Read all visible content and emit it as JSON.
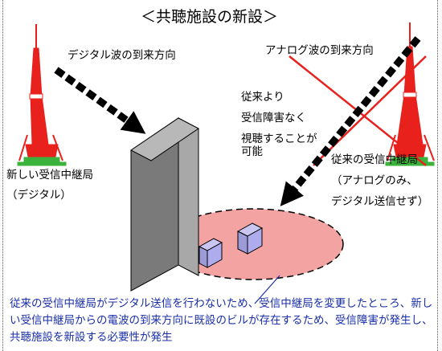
{
  "title": "＜共聴施設の新設＞",
  "labels": {
    "digital_direction": "デジタル波の到来方向",
    "analog_direction": "アナログ波の到来方向",
    "good_reception": [
      "従来より",
      "受信障害なく",
      "視聴することが可能"
    ],
    "new_relay": [
      "新しい受信中継局",
      "（デジタル）"
    ],
    "old_relay": [
      "従来の受信中継局",
      "（アナログのみ、",
      "デジタル送信せず）"
    ]
  },
  "caption": "従来の受信中継局がデジタル送信を行わないため、受信中継局を変更したところ、新しい受信中継局からの電波の到来方向に既設のビルが存在するため、受信障害が発生し、共聴施設を新設する必要性が発生",
  "colors": {
    "tower": "#e8211d",
    "tower_base_green": "#3bb23b",
    "building": "#8c8c8c",
    "interference_zone": "#f4a3a3",
    "house": "#a9a6e6",
    "cross": "#e8211d",
    "caption_text": "#1a2fa8",
    "arrow": "#000000"
  }
}
